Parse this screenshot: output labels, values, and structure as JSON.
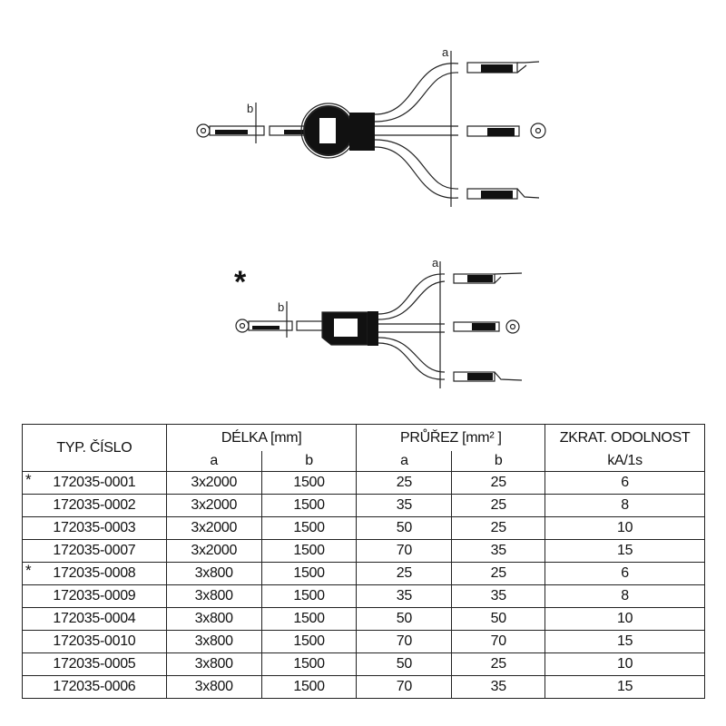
{
  "diagram1": {
    "label_a": "a",
    "label_b": "b"
  },
  "diagram2": {
    "label_a": "a",
    "label_b": "b",
    "marker": "*"
  },
  "table": {
    "headers": {
      "type": "TYP. ČÍSLO",
      "length": "DÉLKA [mm]",
      "cross_section": "PRŮŘEZ [mm² ]",
      "short_circuit": "ZKRAT. ODOLNOST",
      "short_circuit_unit": "kA/1s",
      "sub_a1": "a",
      "sub_b1": "b",
      "sub_a2": "a",
      "sub_b2": "b"
    },
    "rows": [
      {
        "mark": "*",
        "type": "172035-0001",
        "len_a": "3x2000",
        "len_b": "1500",
        "cs_a": "25",
        "cs_b": "25",
        "ka": "6"
      },
      {
        "mark": "",
        "type": "172035-0002",
        "len_a": "3x2000",
        "len_b": "1500",
        "cs_a": "35",
        "cs_b": "25",
        "ka": "8"
      },
      {
        "mark": "",
        "type": "172035-0003",
        "len_a": "3x2000",
        "len_b": "1500",
        "cs_a": "50",
        "cs_b": "25",
        "ka": "10"
      },
      {
        "mark": "",
        "type": "172035-0007",
        "len_a": "3x2000",
        "len_b": "1500",
        "cs_a": "70",
        "cs_b": "35",
        "ka": "15"
      },
      {
        "mark": "*",
        "type": "172035-0008",
        "len_a": "3x800",
        "len_b": "1500",
        "cs_a": "25",
        "cs_b": "25",
        "ka": "6"
      },
      {
        "mark": "",
        "type": "172035-0009",
        "len_a": "3x800",
        "len_b": "1500",
        "cs_a": "35",
        "cs_b": "35",
        "ka": "8"
      },
      {
        "mark": "",
        "type": "172035-0004",
        "len_a": "3x800",
        "len_b": "1500",
        "cs_a": "50",
        "cs_b": "50",
        "ka": "10"
      },
      {
        "mark": "",
        "type": "172035-0010",
        "len_a": "3x800",
        "len_b": "1500",
        "cs_a": "70",
        "cs_b": "70",
        "ka": "15"
      },
      {
        "mark": "",
        "type": "172035-0005",
        "len_a": "3x800",
        "len_b": "1500",
        "cs_a": "50",
        "cs_b": "25",
        "ka": "10"
      },
      {
        "mark": "",
        "type": "172035-0006",
        "len_a": "3x800",
        "len_b": "1500",
        "cs_a": "70",
        "cs_b": "35",
        "ka": "15"
      }
    ]
  }
}
